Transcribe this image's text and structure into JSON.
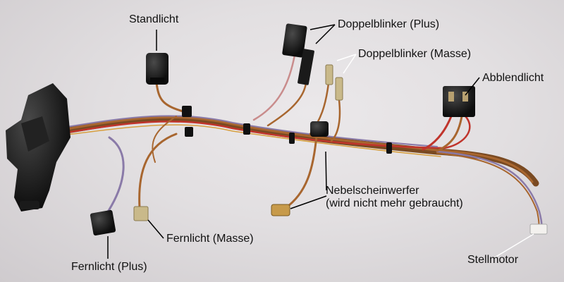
{
  "labels": {
    "standlicht": "Standlicht",
    "doppelblinker_plus": "Doppelblinker (Plus)",
    "doppelblinker_masse": "Doppelblinker (Masse)",
    "abblendlicht": "Abblendlicht",
    "nebelscheinwerfer_line1": "Nebelscheinwerfer",
    "nebelscheinwerfer_line2": "(wird nicht mehr gebraucht)",
    "fernlicht_masse": "Fernlicht (Masse)",
    "fernlicht_plus": "Fernlicht (Plus)",
    "stellmotor": "Stellmotor"
  },
  "colors": {
    "background": "#e2dfe1",
    "wire_brown": "#a8662f",
    "wire_red": "#c0342c",
    "wire_violet": "#8a7aa8",
    "wire_pink": "#c98c8c",
    "connector_black": "#141414"
  }
}
